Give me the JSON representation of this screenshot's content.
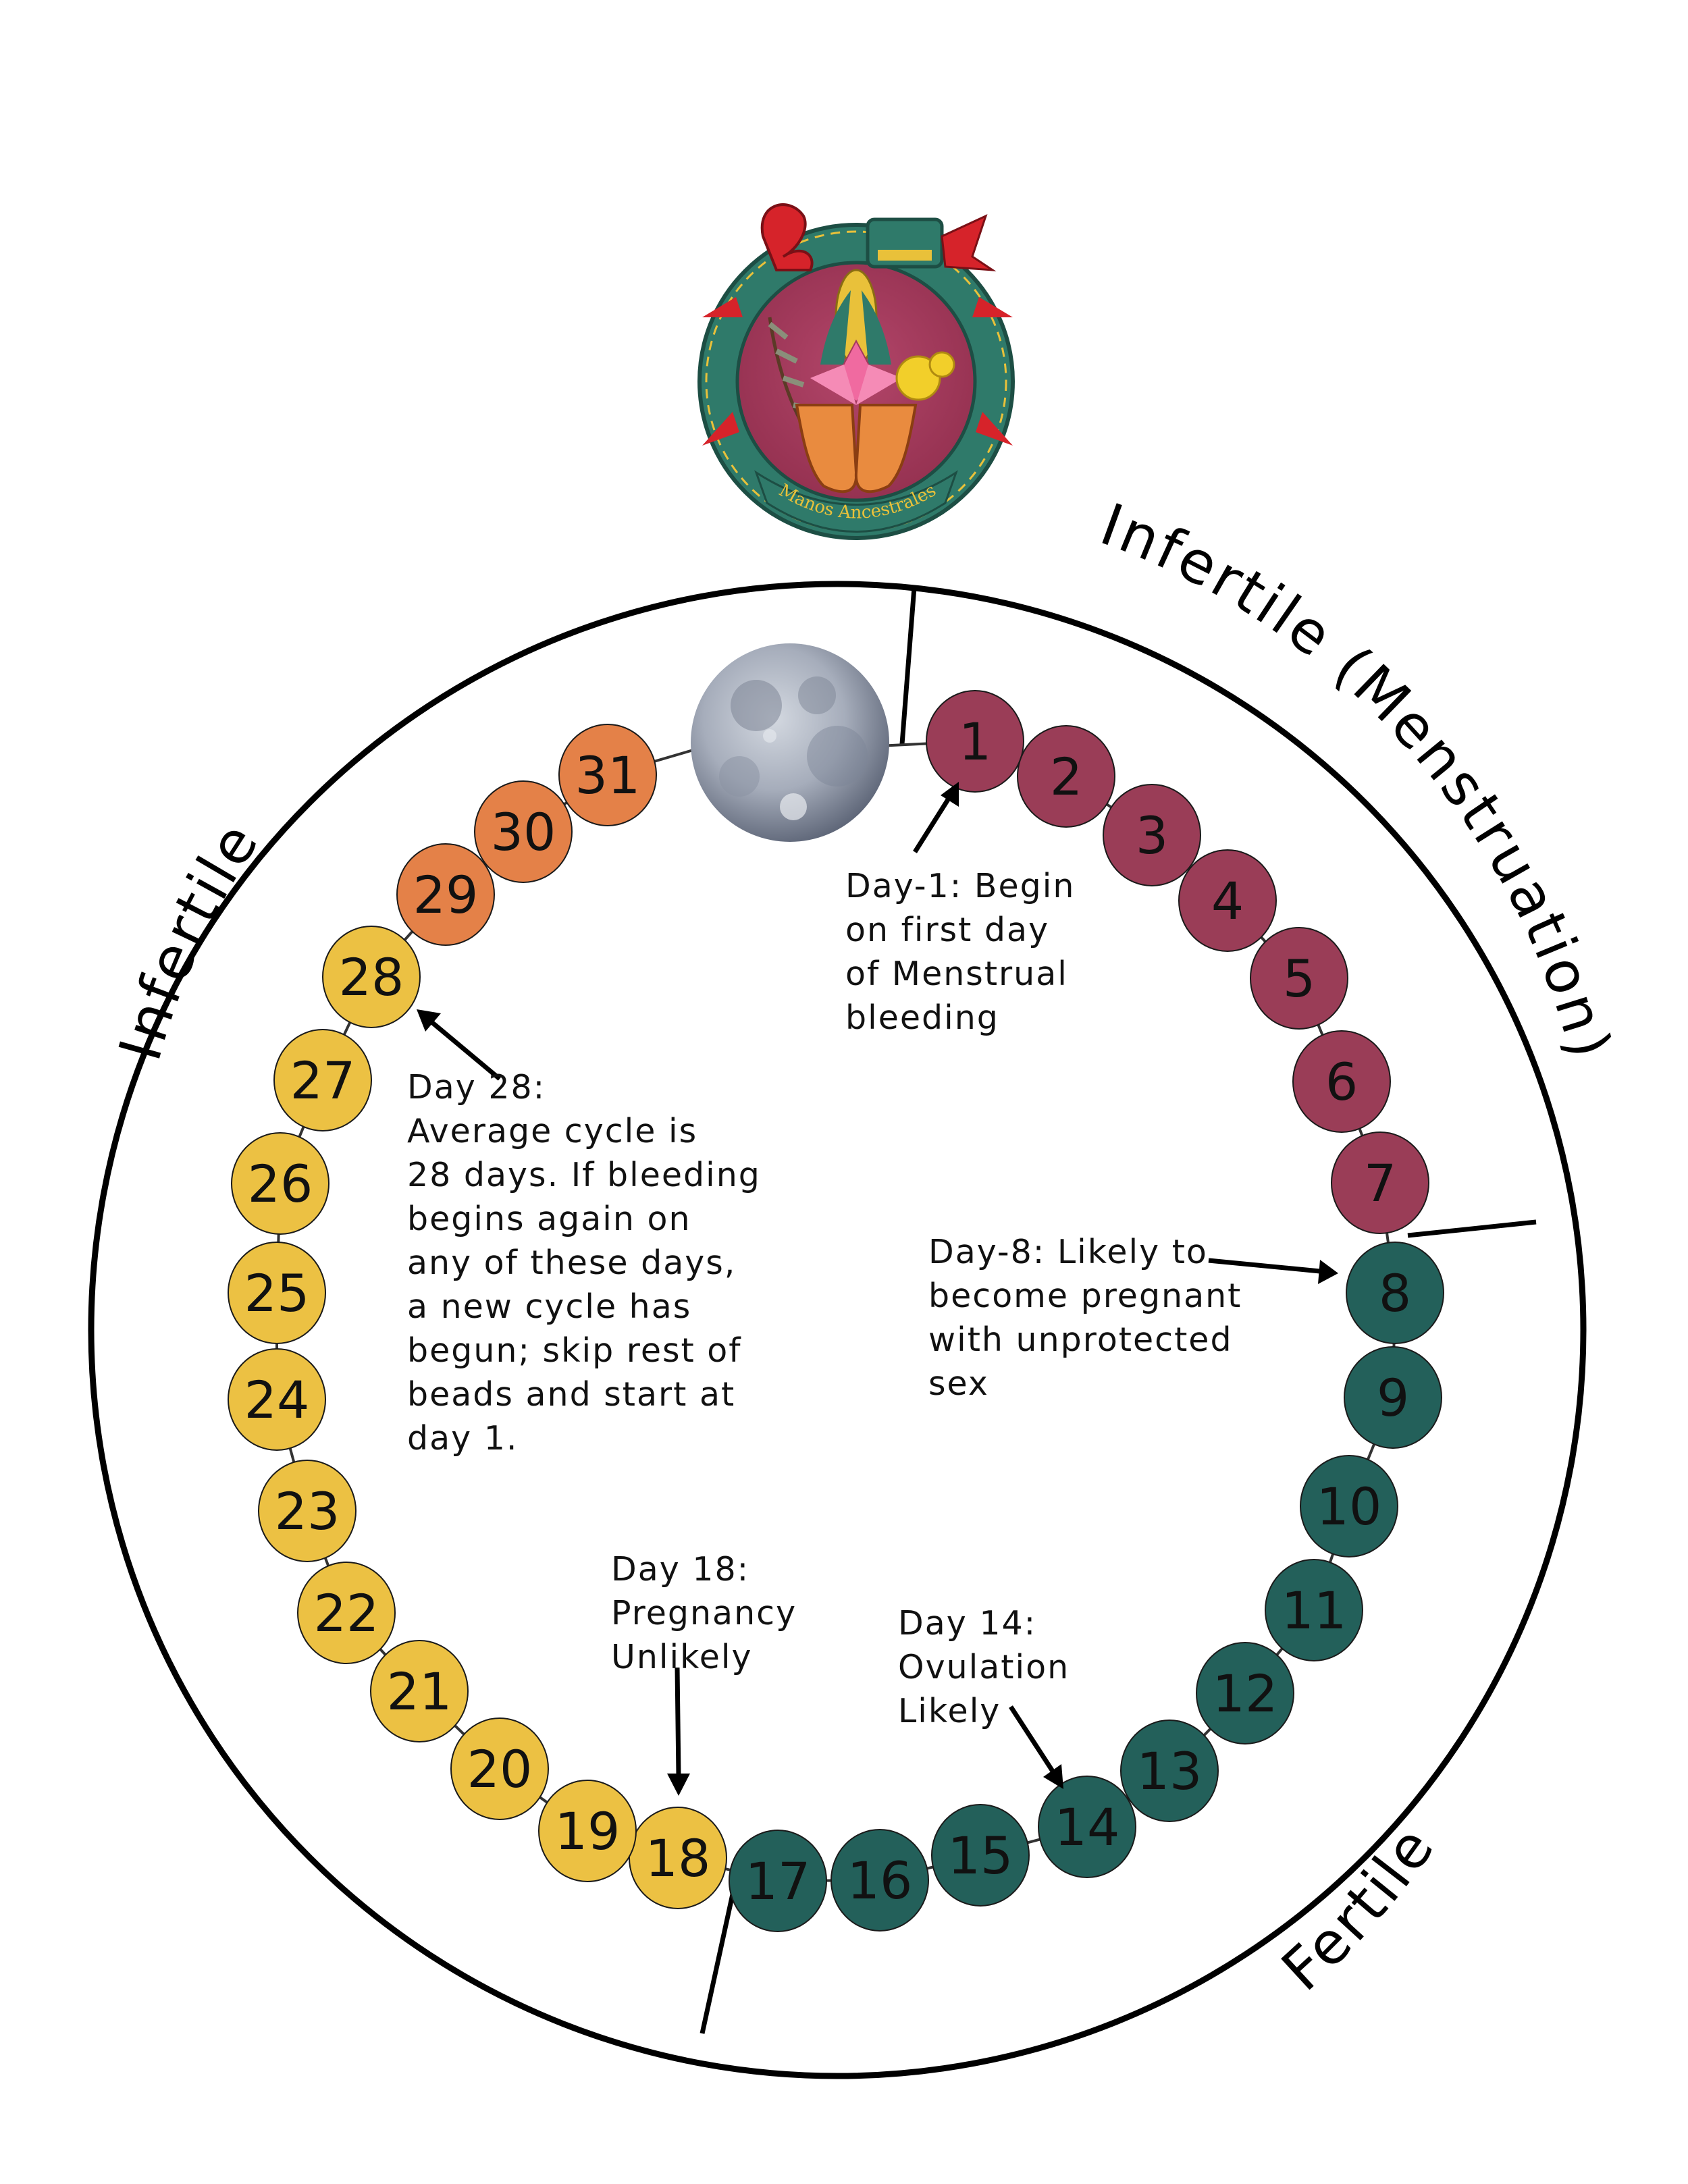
{
  "logo": {
    "caption": "Manos Ancestrales",
    "colors": {
      "ring": "#2f7a6a",
      "disc": "#a33a5c",
      "gold": "#e9c13a",
      "red": "#d6232a"
    }
  },
  "phase_labels": {
    "menstruation": "Infertile (Menstruation)",
    "fertile": "Fertile",
    "infertile": "Infertile"
  },
  "beads": [
    {
      "day": "1",
      "phase": "menstruation"
    },
    {
      "day": "2",
      "phase": "menstruation"
    },
    {
      "day": "3",
      "phase": "menstruation"
    },
    {
      "day": "4",
      "phase": "menstruation"
    },
    {
      "day": "5",
      "phase": "menstruation"
    },
    {
      "day": "6",
      "phase": "menstruation"
    },
    {
      "day": "7",
      "phase": "menstruation"
    },
    {
      "day": "8",
      "phase": "fertile"
    },
    {
      "day": "9",
      "phase": "fertile"
    },
    {
      "day": "10",
      "phase": "fertile"
    },
    {
      "day": "11",
      "phase": "fertile"
    },
    {
      "day": "12",
      "phase": "fertile"
    },
    {
      "day": "13",
      "phase": "fertile"
    },
    {
      "day": "14",
      "phase": "fertile"
    },
    {
      "day": "15",
      "phase": "fertile"
    },
    {
      "day": "16",
      "phase": "fertile"
    },
    {
      "day": "17",
      "phase": "fertile"
    },
    {
      "day": "18",
      "phase": "infertile"
    },
    {
      "day": "19",
      "phase": "infertile"
    },
    {
      "day": "20",
      "phase": "infertile"
    },
    {
      "day": "21",
      "phase": "infertile"
    },
    {
      "day": "22",
      "phase": "infertile"
    },
    {
      "day": "23",
      "phase": "infertile"
    },
    {
      "day": "24",
      "phase": "infertile"
    },
    {
      "day": "25",
      "phase": "infertile"
    },
    {
      "day": "26",
      "phase": "infertile"
    },
    {
      "day": "27",
      "phase": "infertile"
    },
    {
      "day": "28",
      "phase": "infertile"
    },
    {
      "day": "29",
      "phase": "late"
    },
    {
      "day": "30",
      "phase": "late"
    },
    {
      "day": "31",
      "phase": "late"
    }
  ],
  "phase_colors": {
    "menstruation": "#9a3d57",
    "fertile": "#23605a",
    "infertile": "#ecc143",
    "late": "#e48148"
  },
  "notes": {
    "day1": "Day-1: Begin\non first day\nof Menstrual\nbleeding",
    "day8": "Day-8: Likely to\nbecome pregnant\nwith unprotected\nsex",
    "day28": "Day 28:\nAverage cycle is\n28 days. If bleeding\nbegins again on\nany of these days,\na new cycle has\nbegun; skip rest of\nbeads and start at\nday 1.",
    "day18": "Day 18:\nPregnancy\nUnlikely",
    "day14": "Day 14:\nOvulation\nLikely"
  }
}
